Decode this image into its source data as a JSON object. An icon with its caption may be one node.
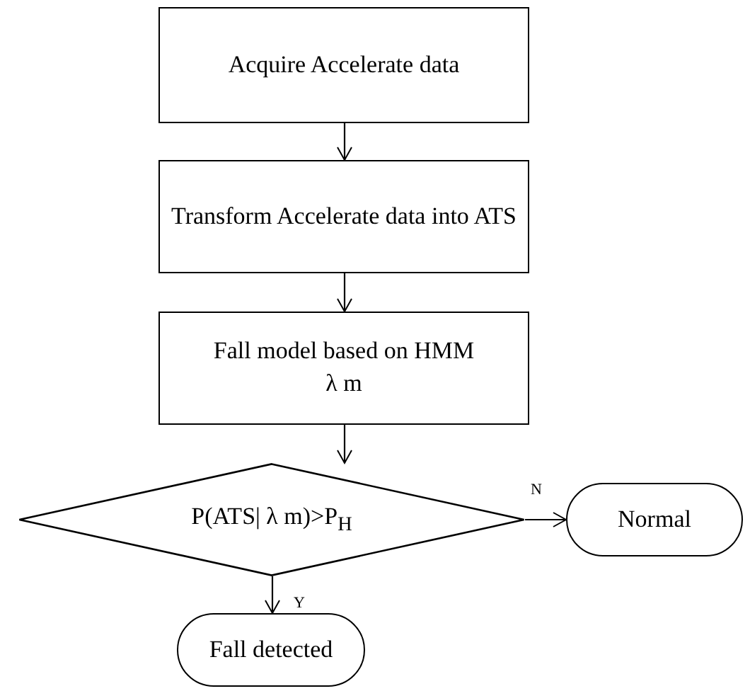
{
  "diagram": {
    "nodes": [
      {
        "text": [
          "Acquire Accelerate data"
        ]
      },
      {
        "text": [
          "Transform Accelerate data into ATS"
        ]
      },
      {
        "text": [
          "Fall model based on HMM",
          "λ m"
        ]
      },
      {
        "text": [
          "P(ATS| λ m)>P$_{H}$"
        ]
      },
      {
        "text": [
          "Normal"
        ]
      },
      {
        "text": [
          "Fall detected"
        ]
      }
    ],
    "edges": [
      {
        "from": 0,
        "to": 1,
        "arrow": "to"
      },
      {
        "from": 1,
        "to": 2,
        "arrow": "to"
      },
      {
        "from": 2,
        "to": 3,
        "arrow": "to"
      },
      {
        "from": 3,
        "to": 4,
        "arrow": "to",
        "label": "N"
      },
      {
        "from": 3,
        "to": 5,
        "arrow": "to",
        "label": "Y"
      }
    ]
  }
}
